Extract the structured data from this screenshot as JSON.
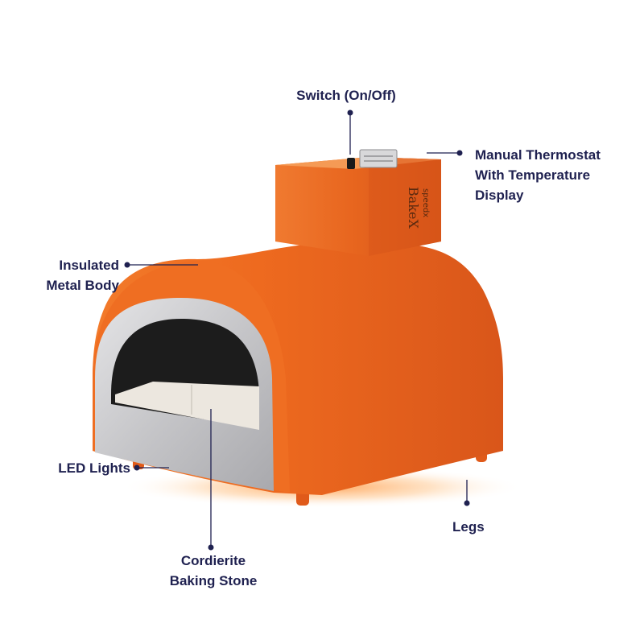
{
  "brand": {
    "logo_text": "BakeX",
    "logo_subtext": "speedx"
  },
  "colors": {
    "oven_body": "#ee6a1f",
    "label_text": "#1f2150",
    "stainless": "#c9c9cb",
    "baking_stone": "#ece7df",
    "led_glow": "#ff8a2a"
  },
  "callouts": {
    "switch": {
      "line1": "Switch (On/Off)"
    },
    "thermostat": {
      "line1": "Manual Thermostat",
      "line2": "With Temperature",
      "line3": "Display"
    },
    "body": {
      "line1": "Insulated",
      "line2": "Metal Body"
    },
    "led": {
      "line1": "LED Lights"
    },
    "legs": {
      "line1": "Legs"
    },
    "stone": {
      "line1": "Cordierite",
      "line2": "Baking Stone"
    }
  }
}
